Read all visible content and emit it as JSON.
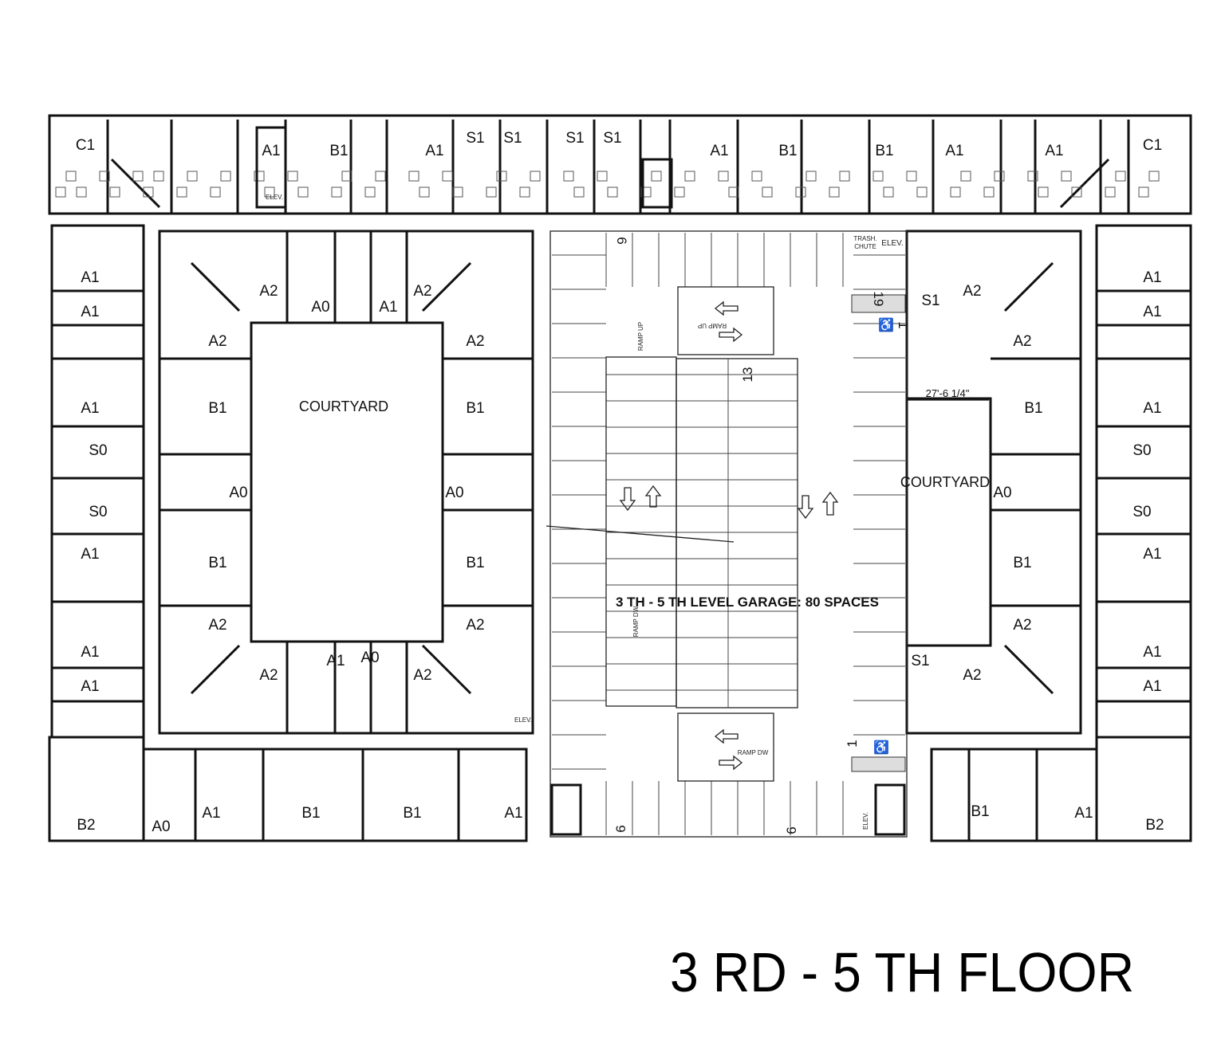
{
  "title": "3 RD - 5 TH FLOOR",
  "units": {
    "top": [
      "C1",
      "A1",
      "B1",
      "A1",
      "S1",
      "S1",
      "S1",
      "S1",
      "A1",
      "B1",
      "B1",
      "A1",
      "A1",
      "C1"
    ],
    "left": [
      "A1",
      "A1",
      "A1",
      "S0",
      "S0",
      "A1",
      "A1",
      "A1",
      "B2"
    ],
    "west_block": [
      "A2",
      "A0",
      "A1",
      "A2",
      "A2",
      "A2",
      "B1",
      "B1",
      "A0",
      "A0",
      "B1",
      "B1",
      "A2",
      "A2",
      "A2",
      "A1",
      "A0",
      "A2"
    ],
    "bottom": [
      "A0",
      "A1",
      "B1",
      "B1",
      "A1"
    ],
    "east_block": [
      "S1",
      "A2",
      "A2",
      "B1",
      "A0",
      "B1",
      "A2",
      "S1",
      "A2",
      "B1",
      "A1"
    ],
    "right": [
      "A1",
      "A1",
      "A1",
      "S0",
      "S0",
      "A1",
      "A1",
      "A1",
      "B2"
    ]
  },
  "courtyards": [
    "COURTYARD",
    "COURTYARD"
  ],
  "garage": {
    "label": "3 TH - 5 TH LEVEL GARAGE: 80 SPACES",
    "ramp_up": "RAMP UP",
    "ramp_down": "RAMP DW",
    "trash_chute": [
      "TRASH.",
      "CHUTE"
    ],
    "elev": "ELEV.",
    "stall_counts": [
      "6",
      "19",
      "1",
      "13",
      "6",
      "6",
      "1"
    ],
    "dimension": "27'-6 1/4\"",
    "accessible_icon": "wheelchair-icon",
    "arrow_icons": [
      "arrow-left-icon",
      "arrow-right-icon",
      "arrow-down-icon",
      "arrow-up-icon"
    ]
  },
  "colors": {
    "line": "#111111",
    "background": "#ffffff"
  }
}
